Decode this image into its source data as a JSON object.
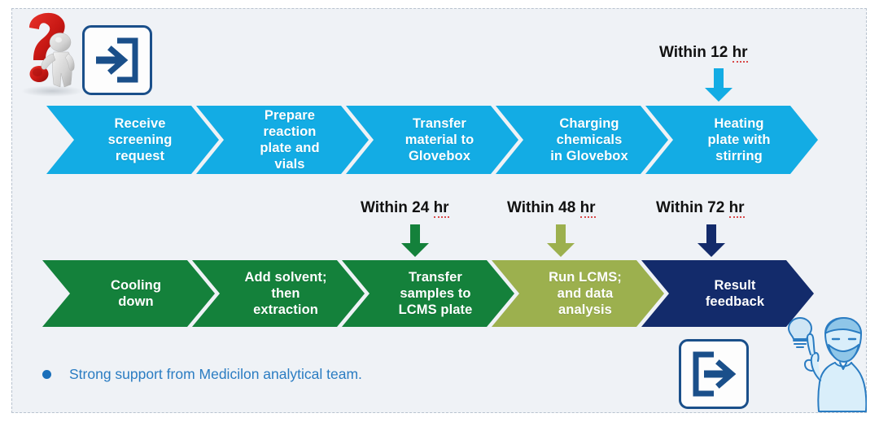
{
  "slide": {
    "background_color": "#eff2f6",
    "border_style": "dashed",
    "border_color": "#b9c3cf"
  },
  "colors": {
    "cyan": "#13ace4",
    "green": "#14813b",
    "olive": "#9cb04e",
    "navy": "#132b6b",
    "label_text": "#111111",
    "bullet_text": "#2a7cc2",
    "bullet_dot": "#1a6fba",
    "spellcheck_underline": "#d84a4a",
    "icon_border": "#1a4f8a",
    "person_line": "#2a7cc2",
    "question_mark": "#cf1f1f"
  },
  "top_row": {
    "steps": [
      {
        "label": "Receive\nscreening\nrequest",
        "color_key": "cyan"
      },
      {
        "label": "Prepare\nreaction\nplate and\nvials",
        "color_key": "cyan"
      },
      {
        "label": "Transfer\nmaterial to\nGlovebox",
        "color_key": "cyan"
      },
      {
        "label": "Charging\nchemicals\nin Glovebox",
        "color_key": "cyan"
      },
      {
        "label": "Heating\nplate with\nstirring",
        "color_key": "cyan"
      }
    ]
  },
  "bottom_row": {
    "steps": [
      {
        "label": "Cooling\ndown",
        "color_key": "green"
      },
      {
        "label": "Add solvent;\nthen\nextraction",
        "color_key": "green"
      },
      {
        "label": "Transfer\nsamples to\nLCMS plate",
        "color_key": "green"
      },
      {
        "label": "Run LCMS;\nand data\nanalysis",
        "color_key": "olive"
      },
      {
        "label": "Result\nfeedback",
        "color_key": "navy"
      }
    ]
  },
  "time_labels": [
    {
      "prefix": "Within 12 ",
      "unit": "hr",
      "arrow_color": "#13ace4",
      "target": "Heating plate with stirring"
    },
    {
      "prefix": "Within 24 ",
      "unit": "hr",
      "arrow_color": "#14813b",
      "target": "Transfer samples to LCMS plate"
    },
    {
      "prefix": "Within 48 ",
      "unit": "hr",
      "arrow_color": "#9cb04e",
      "target": "Run LCMS; and data analysis"
    },
    {
      "prefix": "Within 72 ",
      "unit": "hr",
      "arrow_color": "#132b6b",
      "target": "Result feedback"
    }
  ],
  "footnote": {
    "bullet": "●",
    "text": "Strong support from Medicilon analytical team."
  },
  "icons": {
    "question_mark": "question-mark-with-person",
    "enter": "enter-login-icon",
    "exit": "exit-logout-icon",
    "person": "person-pointing-up-with-lightbulb"
  }
}
